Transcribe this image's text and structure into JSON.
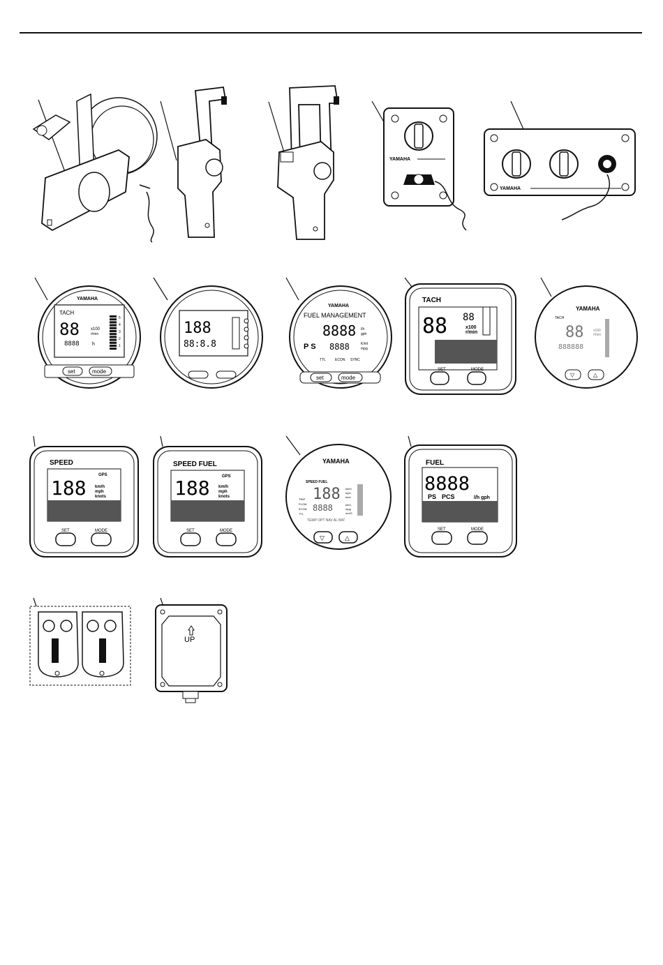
{
  "brand": "YAMAHA",
  "gauges": {
    "tach_round": {
      "title": "TACH",
      "digits": "88",
      "unit1": "x100",
      "unit2": "r/min",
      "lower": "8888",
      "lower_unit": "h",
      "scale": [
        "5",
        "4",
        "3",
        "2",
        "1"
      ],
      "btn1": "set",
      "btn2": "mode"
    },
    "round_plain": {
      "digits": "188",
      "lower": "88:8.8"
    },
    "fuel_mgmt": {
      "title": "FUEL MANAGEMENT",
      "digits": "8888",
      "ps": "P S",
      "lower": "8888",
      "u1": "l/h",
      "u2": "gph",
      "u3": "K/ml",
      "u4": "mpg",
      "m1": "TTL",
      "m2": "ECON",
      "m3": "SYNC",
      "btn1": "set",
      "btn2": "mode"
    },
    "tach_square": {
      "title": "TACH",
      "digits": "88",
      "small": "88",
      "unit1": "x100",
      "unit2": "r/min",
      "btn1": "SET",
      "btn2": "MODE"
    },
    "tach_new": {
      "title": "TACH",
      "digits": "88",
      "u1": "x100",
      "u2": "r/min",
      "lower": "888888"
    },
    "speed_square": {
      "title": "SPEED",
      "gps": "GPS",
      "digits": "188",
      "u1": "km/h",
      "u2": "mph",
      "u3": "knots",
      "btn1": "SET",
      "btn2": "MODE"
    },
    "speed_fuel_square": {
      "title": "SPEED FUEL",
      "gps": "GPS",
      "digits": "188",
      "u1": "km/h",
      "u2": "mph",
      "u3": "knots",
      "btn1": "SET",
      "btn2": "MODE"
    },
    "speed_fuel_round": {
      "title": "SPEED FUEL",
      "digits": "188",
      "lower": "8888",
      "l1": "TRIP",
      "l2": "FLOW",
      "l3": "ECON",
      "l4": "TTL",
      "u1": "km/h",
      "u2": "mph",
      "u3": "knot",
      "u4": "km/L",
      "u5": "mpg",
      "u6": "nm/G",
      "bottom": "TEMP OPT NAV AL BAT"
    },
    "fuel_square": {
      "title": "FUEL",
      "digits": "8888",
      "ps": "PS",
      "pcs": "PCS",
      "unit": "l/h gph",
      "btn1": "SET",
      "btn2": "MODE"
    }
  },
  "panel": {
    "up": "UP"
  }
}
